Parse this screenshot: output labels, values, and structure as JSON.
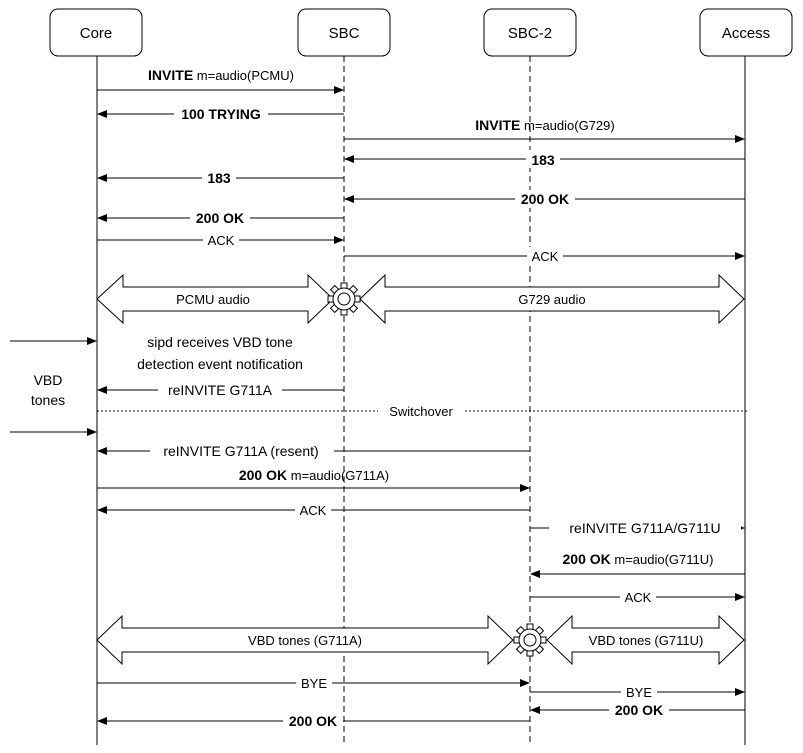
{
  "participants": [
    {
      "id": "core",
      "label": "Core"
    },
    {
      "id": "sbc",
      "label": "SBC"
    },
    {
      "id": "sbc2",
      "label": "SBC-2"
    },
    {
      "id": "access",
      "label": "Access"
    }
  ],
  "messages": [
    {
      "id": "m1",
      "bold": "INVITE",
      "text": " m=audio(PCMU)"
    },
    {
      "id": "m2",
      "bold": "100 TRYING",
      "text": ""
    },
    {
      "id": "m3",
      "bold": "INVITE",
      "text": " m=audio(G729)"
    },
    {
      "id": "m4",
      "bold": "183",
      "text": ""
    },
    {
      "id": "m5",
      "bold": "183",
      "text": ""
    },
    {
      "id": "m6",
      "bold": "200 OK",
      "text": ""
    },
    {
      "id": "m7",
      "bold": "200 OK",
      "text": ""
    },
    {
      "id": "m8",
      "bold": "",
      "text": "ACK"
    },
    {
      "id": "m9",
      "bold": "",
      "text": "ACK"
    },
    {
      "id": "m10",
      "bold": "",
      "text": "reINVITE G711A"
    },
    {
      "id": "m11",
      "bold": "",
      "text": "reINVITE G711A (resent)"
    },
    {
      "id": "m12",
      "bold": "200 OK",
      "text": " m=audio(G711A)"
    },
    {
      "id": "m13",
      "bold": "",
      "text": "ACK"
    },
    {
      "id": "m14",
      "bold": "",
      "text": "reINVITE G711A/G711U"
    },
    {
      "id": "m15",
      "bold": "200 OK",
      "text": " m=audio(G711U)"
    },
    {
      "id": "m16",
      "bold": "",
      "text": "ACK"
    },
    {
      "id": "m17",
      "bold": "",
      "text": "BYE"
    },
    {
      "id": "m18",
      "bold": "",
      "text": "BYE"
    },
    {
      "id": "m19",
      "bold": "200 OK",
      "text": ""
    },
    {
      "id": "m20",
      "bold": "200 OK",
      "text": ""
    }
  ],
  "media_streams": {
    "pcmu": "PCMU audio",
    "g729": "G729 audio",
    "vbd_a": "VBD tones (G711A)",
    "vbd_u": "VBD tones (G711U)"
  },
  "notes": {
    "sipd_line1": "sipd receives VBD tone",
    "sipd_line2": "detection event notification",
    "vbd_line1": "VBD",
    "vbd_line2": "tones",
    "switchover": "Switchover"
  }
}
